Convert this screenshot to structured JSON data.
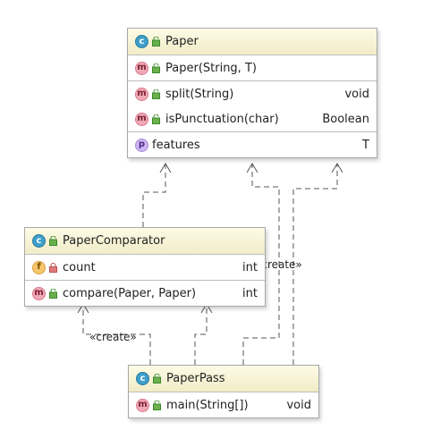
{
  "classes": {
    "paper": {
      "name": "Paper",
      "constructors": [
        {
          "name": "Paper(String, T)",
          "type": ""
        }
      ],
      "methods": [
        {
          "name": "split(String)",
          "type": "void"
        },
        {
          "name": "isPunctuation(char)",
          "type": "Boolean"
        }
      ],
      "properties": [
        {
          "name": "features",
          "type": "T"
        }
      ]
    },
    "comparator": {
      "name": "PaperComparator",
      "fields": [
        {
          "name": "count",
          "type": "int"
        }
      ],
      "methods": [
        {
          "name": "compare(Paper, Paper)",
          "type": "int"
        }
      ]
    },
    "pass": {
      "name": "PaperPass",
      "methods": [
        {
          "name": "main(String[])",
          "type": "void"
        }
      ]
    }
  },
  "icons": {
    "class": "c",
    "method": "m",
    "field": "f",
    "property": "p"
  },
  "labels": {
    "create_right": "«create»",
    "create_left": "«create»"
  },
  "colors": {
    "header": "#f4efcf",
    "class_icon": "#3e9fc9",
    "method_icon": "#f0a9b6",
    "field_icon": "#f5c76a",
    "property_icon": "#cdb6f2",
    "public_vis": "#3b9d3b",
    "private_vis": "#c99a2c"
  }
}
